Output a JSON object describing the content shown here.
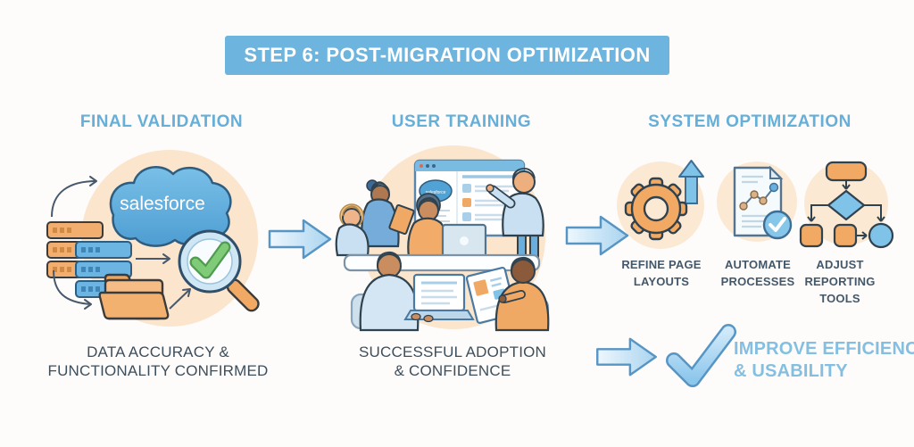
{
  "header": {
    "title": "STEP 6: POST-MIGRATION OPTIMIZATION"
  },
  "sections": {
    "final_validation": {
      "title": "FINAL VALIDATION",
      "illustration": "salesforce-cloud-data-validation",
      "salesforce_logo_text": "salesforce",
      "caption_lines": [
        "DATA ACCURACY &",
        "FUNCTIONALITY CONFIRMED"
      ]
    },
    "user_training": {
      "title": "USER TRAINING",
      "illustration": "team-training-presentation",
      "screen_logo_text": "salesforce",
      "caption_lines": [
        "SUCCESSFUL ADOPTION",
        "& CONFIDENCE"
      ]
    },
    "system_optimization": {
      "title": "SYSTEM OPTIMIZATION",
      "items": [
        {
          "icon": "gear-up-arrow-icon",
          "label_lines": [
            "REFINE PAGE",
            "LAYOUTS"
          ]
        },
        {
          "icon": "document-check-icon",
          "label_lines": [
            "AUTOMATE",
            "PROCESSES"
          ]
        },
        {
          "icon": "flowchart-icon",
          "label_lines": [
            "ADJUST",
            "REPORTING",
            "TOOLS"
          ]
        }
      ],
      "result_lines": [
        "IMPROVE EFFICIENCY",
        "& USABILITY"
      ]
    }
  },
  "colors": {
    "background": "#fdfcfa",
    "banner_bg": "#6db5de",
    "banner_text": "#ffffff",
    "section_title": "#66afd8",
    "caption_text": "#3d4e5c",
    "icon_label_text": "#44586a",
    "result_text": "#84bfe2",
    "accent_orange": "#f2a963",
    "accent_blue": "#5fa8d8",
    "peach_circle": "#fbe5cd",
    "arrow_fill": "#bfdff4",
    "arrow_stroke": "#5795c5",
    "check_green": "#7fcb78"
  }
}
